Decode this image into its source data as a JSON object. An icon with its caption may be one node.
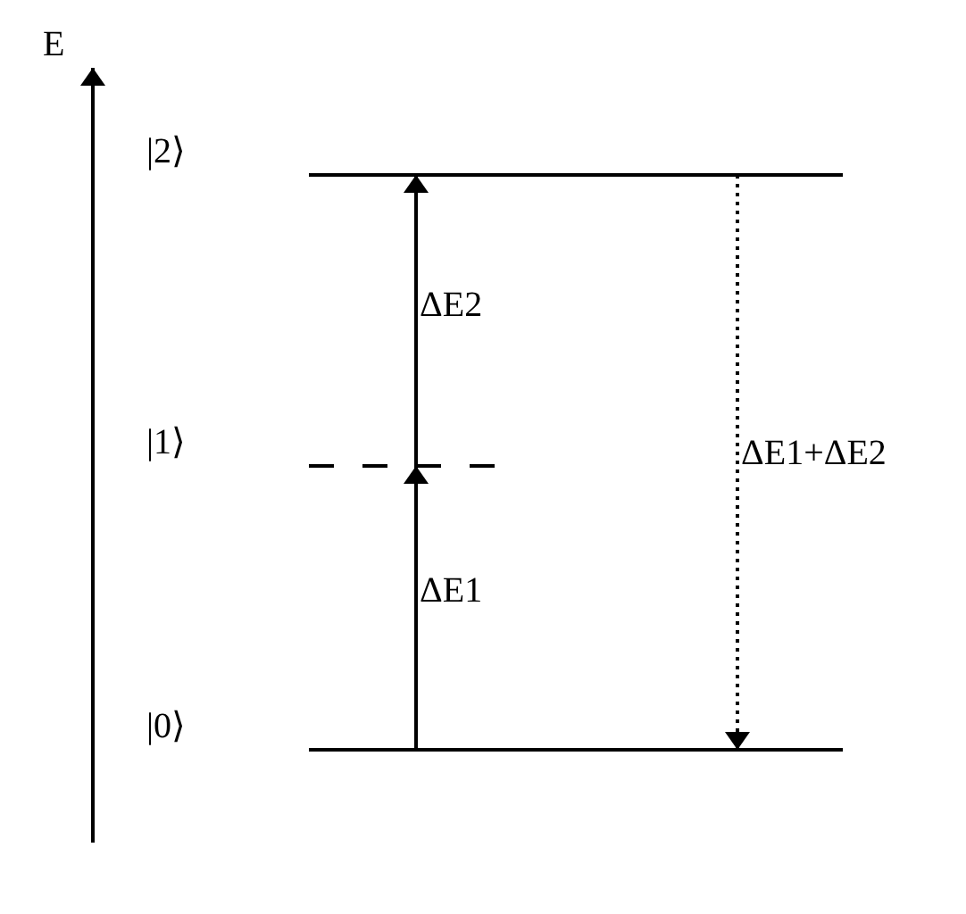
{
  "diagram": {
    "nodes": [
      {
        "text": [],
        "shape": "line",
        "beside": [
          "|2⟩"
        ]
      },
      {
        "text": [],
        "shape": "dashed-line",
        "beside": [
          "|1⟩"
        ]
      },
      {
        "text": [],
        "shape": "line",
        "beside": [
          "|0⟩"
        ]
      }
    ],
    "edges": [
      {
        "from": 2,
        "to": 1,
        "arrow": "to",
        "label": "ΔE1"
      },
      {
        "from": 1,
        "to": 0,
        "arrow": "to",
        "label": "ΔE2"
      },
      {
        "from": 0,
        "to": 2,
        "arrow": "to",
        "label": "ΔE1+ΔE2",
        "style": "dashed"
      }
    ],
    "labels": [
      "E"
    ]
  }
}
